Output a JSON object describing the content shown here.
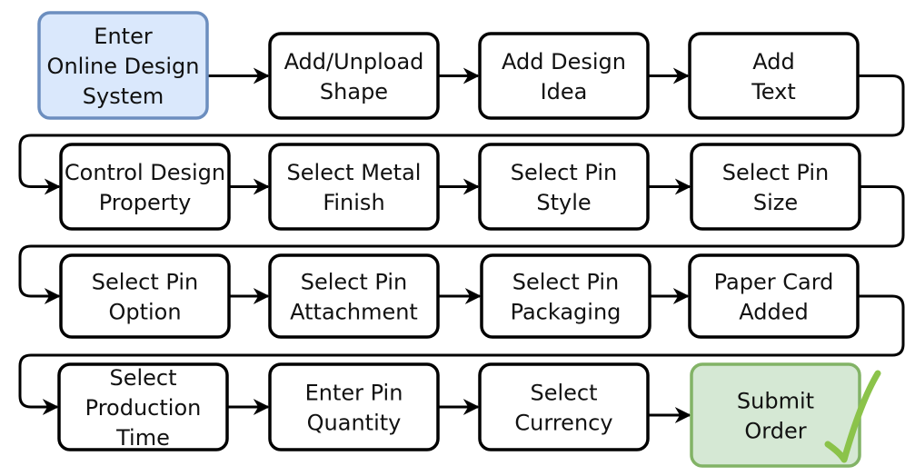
{
  "flowchart": {
    "steps": [
      {
        "lines": [
          "Enter",
          "Online Design",
          "System"
        ],
        "kind": "start"
      },
      {
        "lines": [
          "Add/Unpload",
          "Shape"
        ],
        "kind": "step"
      },
      {
        "lines": [
          "Add Design",
          "Idea"
        ],
        "kind": "step"
      },
      {
        "lines": [
          "Add",
          "Text"
        ],
        "kind": "step"
      },
      {
        "lines": [
          "Control Design",
          "Property"
        ],
        "kind": "step"
      },
      {
        "lines": [
          "Select Metal",
          "Finish"
        ],
        "kind": "step"
      },
      {
        "lines": [
          "Select Pin",
          "Style"
        ],
        "kind": "step"
      },
      {
        "lines": [
          "Select Pin",
          "Size"
        ],
        "kind": "step"
      },
      {
        "lines": [
          "Select Pin",
          "Option"
        ],
        "kind": "step"
      },
      {
        "lines": [
          "Select Pin",
          "Attachment"
        ],
        "kind": "step"
      },
      {
        "lines": [
          "Select Pin",
          "Packaging"
        ],
        "kind": "step"
      },
      {
        "lines": [
          "Paper Card",
          "Added"
        ],
        "kind": "step"
      },
      {
        "lines": [
          "Select",
          "Production",
          "Time"
        ],
        "kind": "step"
      },
      {
        "lines": [
          "Enter Pin",
          "Quantity"
        ],
        "kind": "step"
      },
      {
        "lines": [
          "Select",
          "Currency"
        ],
        "kind": "step"
      },
      {
        "lines": [
          "Submit",
          "Order"
        ],
        "kind": "end"
      }
    ],
    "check_icon": "checkmark-icon",
    "colors": {
      "start_fill": "#dae8fc",
      "start_stroke": "#6c8ebf",
      "end_fill": "#d5e8d4",
      "end_stroke": "#82b366",
      "check": "#8bc34a",
      "step_fill": "#ffffff",
      "step_stroke": "#000000"
    }
  }
}
